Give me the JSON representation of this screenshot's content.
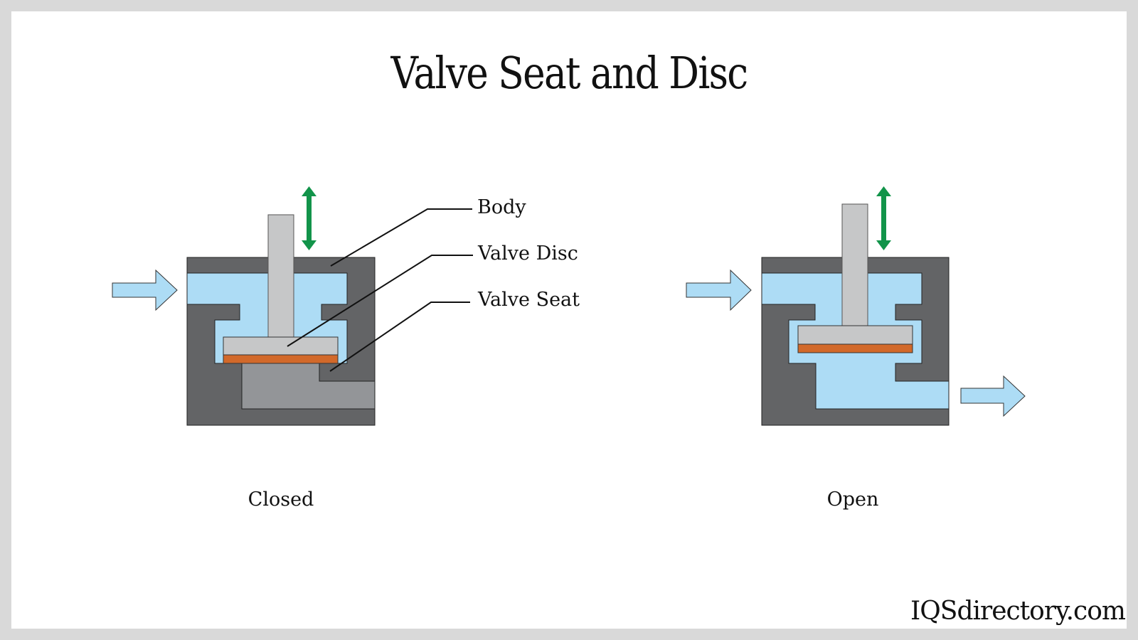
{
  "title": "Valve Seat and Disc",
  "callouts": {
    "body": "Body",
    "valve_disc": "Valve Disc",
    "valve_seat": "Valve Seat"
  },
  "states": {
    "closed": "Closed",
    "open": "Open"
  },
  "brand": "IQSdirectory.com",
  "icons": {
    "flow_in": "right-arrow-icon",
    "flow_out": "right-arrow-icon",
    "stem_motion": "up-down-arrow-icon"
  },
  "colors": {
    "body": "#636466",
    "fluid": "#addcf5",
    "stem_disc": "#c6c7c8",
    "seat_face": "#d2692a",
    "seat_block": "#939598",
    "motion_arrow": "#12944a",
    "frame": "#d9d9d9"
  }
}
